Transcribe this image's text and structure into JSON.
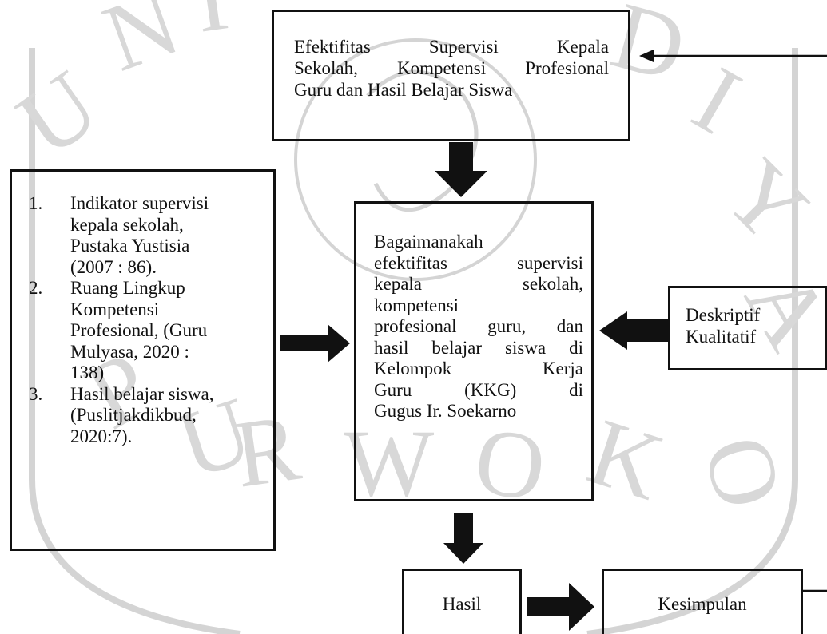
{
  "boxes": {
    "top": {
      "lines": [
        "Efektifitas Supervisi Kepala",
        "Sekolah, Kompetensi Profesional",
        "Guru dan Hasil Belajar Siswa"
      ]
    },
    "left": {
      "items": [
        {
          "num": "1.",
          "lines": [
            "Indikator supervisi",
            "kepala sekolah,",
            "Pustaka Yustisia",
            "(2007 : 86)."
          ]
        },
        {
          "num": "2.",
          "lines": [
            "Ruang Lingkup",
            "Kompetensi",
            "Profesional, (Guru",
            "Mulyasa, 2020 :",
            "138)"
          ]
        },
        {
          "num": "3.",
          "lines": [
            "Hasil belajar siswa,",
            "(Puslitjakdikbud,",
            "2020:7)."
          ]
        }
      ]
    },
    "center": {
      "lines": [
        "Bagaimanakah",
        "efektifitas supervisi",
        "kepala sekolah,",
        "kompetensi",
        "profesional guru, dan",
        "hasil belajar siswa di",
        "Kelompok Kerja",
        "Guru (KKG) di",
        "Gugus Ir. Soekarno"
      ]
    },
    "right": {
      "lines": [
        "Deskriptif",
        "Kualitatif"
      ]
    },
    "hasil": {
      "label": "Hasil"
    },
    "kesimpulan": {
      "label": "Kesimpulan"
    }
  },
  "watermark": {
    "text": "UNIVERSITAS MUHAMMADIYAH PURWOKERTO",
    "color": "#cfcfcf"
  },
  "colors": {
    "stroke": "#111111",
    "arrow": "#111111"
  }
}
